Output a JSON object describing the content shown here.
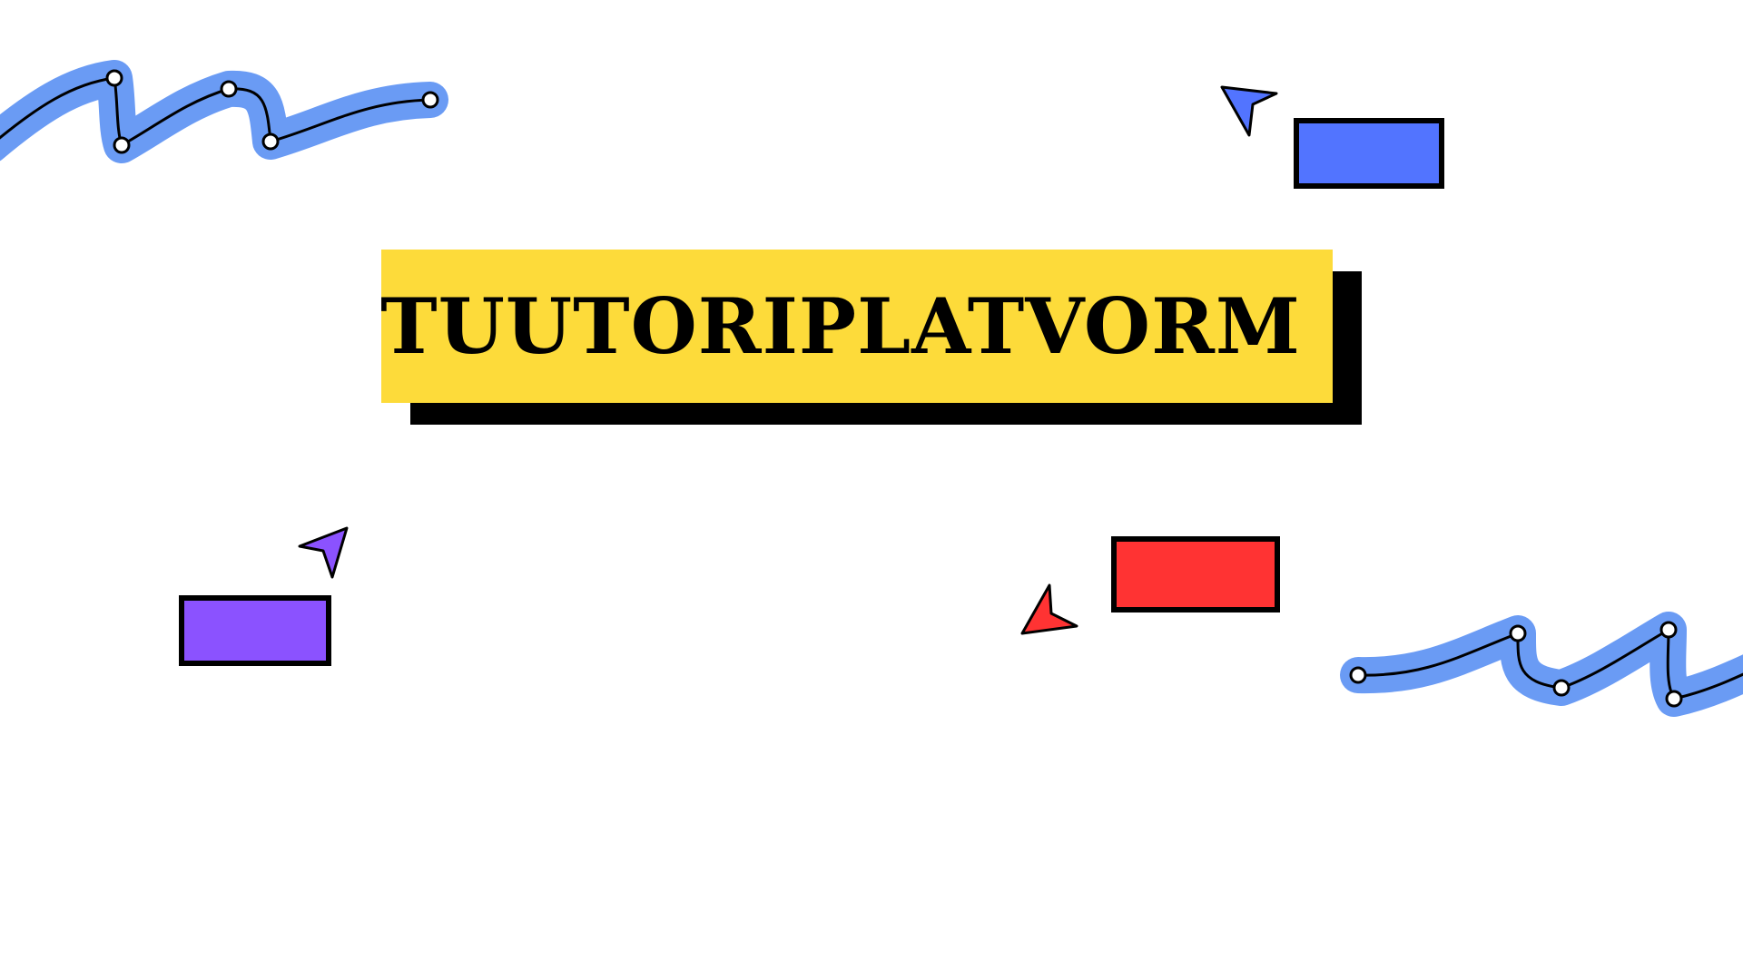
{
  "title": {
    "text": "TUUTORIPLATVORM"
  },
  "colors": {
    "background": "#FFFFFF",
    "title_box": "#FDDB3A",
    "title_shadow": "#000000",
    "squiggle": "#6A9BF4",
    "blue": "#5274FF",
    "purple": "#8B52FF",
    "red": "#FF3333",
    "outline": "#000000"
  },
  "decorations": [
    {
      "kind": "squiggle-path",
      "corner": "top-left"
    },
    {
      "kind": "squiggle-path",
      "corner": "bottom-right"
    },
    {
      "kind": "cursor-arrow",
      "color": "blue"
    },
    {
      "kind": "cursor-arrow",
      "color": "purple"
    },
    {
      "kind": "cursor-arrow",
      "color": "red"
    },
    {
      "kind": "rectangle",
      "color": "blue"
    },
    {
      "kind": "rectangle",
      "color": "purple"
    },
    {
      "kind": "rectangle",
      "color": "red"
    }
  ]
}
